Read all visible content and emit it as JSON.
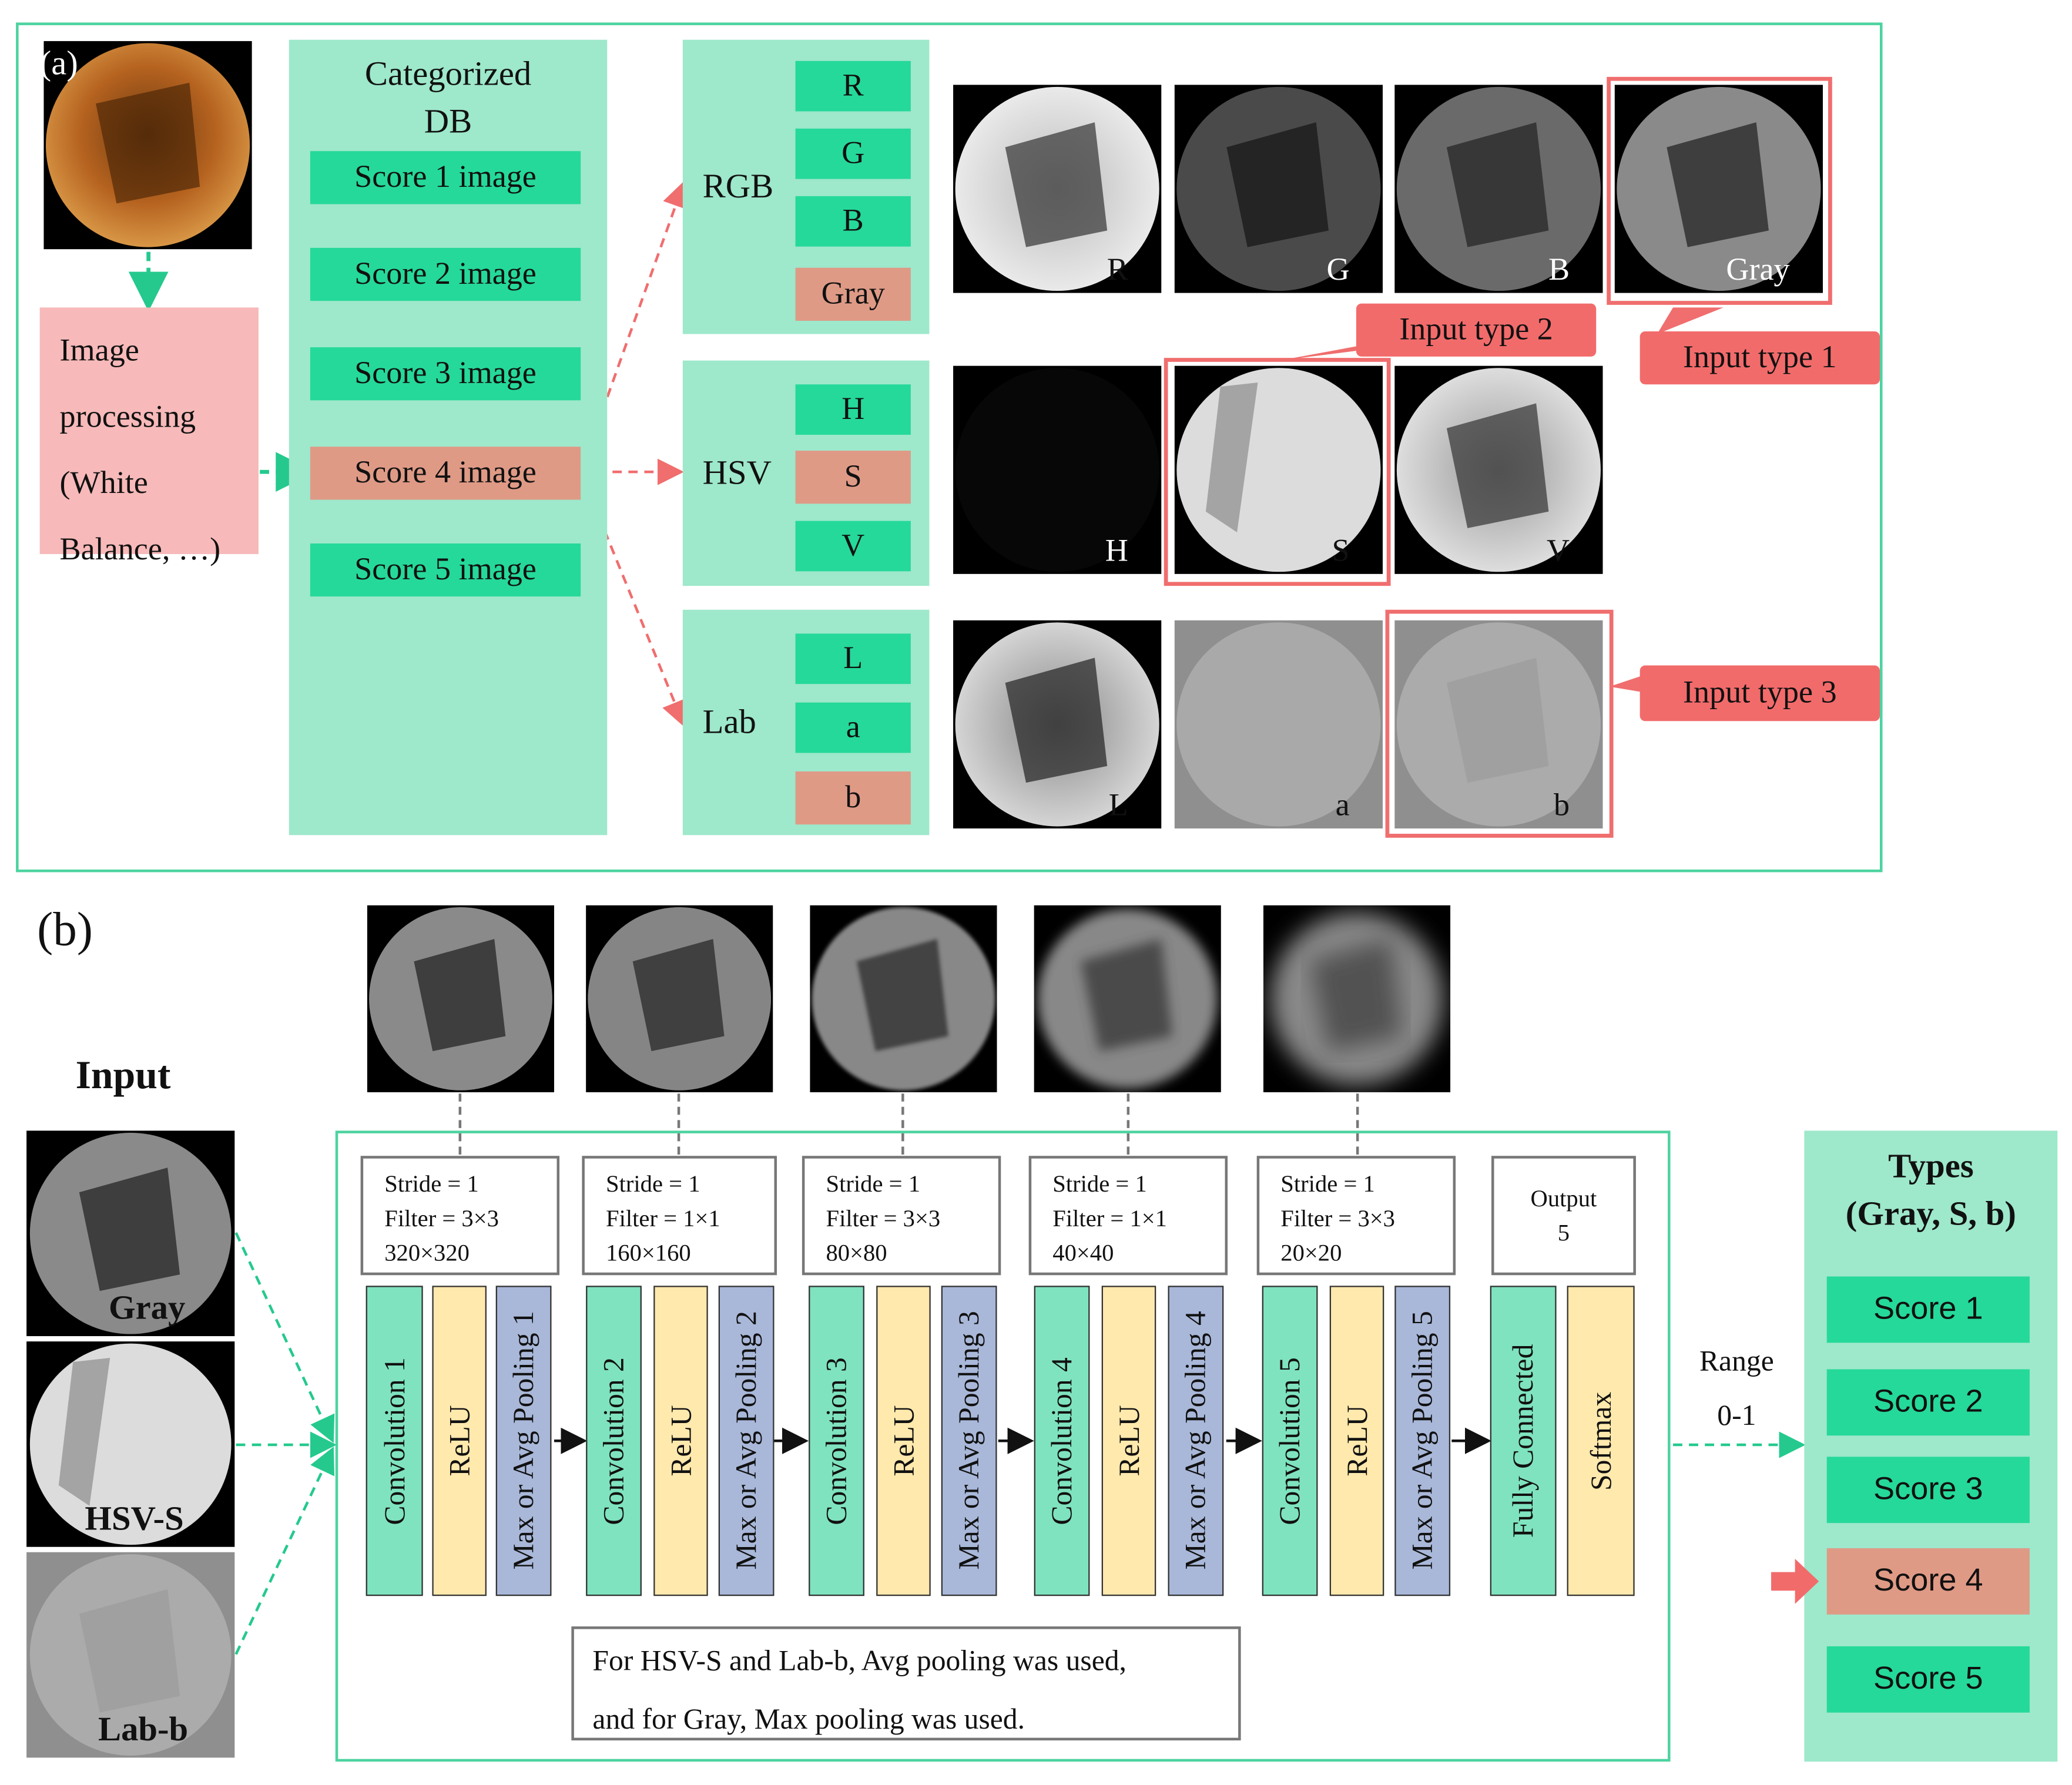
{
  "panel_a": {
    "label": "(a)",
    "image_processing": [
      "Image",
      "processing",
      "(White",
      "Balance, …)"
    ],
    "db": {
      "title": [
        "Categorized",
        "DB"
      ],
      "scores": [
        "Score 1 image",
        "Score 2 image",
        "Score 3 image",
        "Score 4 image",
        "Score 5 image"
      ]
    },
    "color_spaces": [
      {
        "name": "RGB",
        "channels": [
          "R",
          "G",
          "B",
          "Gray"
        ]
      },
      {
        "name": "HSV",
        "channels": [
          "H",
          "S",
          "V"
        ]
      },
      {
        "name": "Lab",
        "channels": [
          "L",
          "a",
          "b"
        ]
      }
    ],
    "thumb_labels": {
      "rgb": [
        "R",
        "G",
        "B",
        "Gray"
      ],
      "hsv": [
        "H",
        "S",
        "V"
      ],
      "lab": [
        "L",
        "a",
        "b"
      ]
    },
    "input_types": [
      "Input type 1",
      "Input type 2",
      "Input type 3"
    ]
  },
  "panel_b": {
    "label": "(b)",
    "input_title": "Input",
    "inputs": [
      "Gray",
      "HSV-S",
      "Lab-b"
    ],
    "blocks": [
      {
        "stride": "Stride = 1",
        "filter": "Filter  = 3×3",
        "size": "320×320",
        "conv": "Convolution 1",
        "relu": "ReLU",
        "pool": "Max or Avg Pooling 1"
      },
      {
        "stride": "Stride = 1",
        "filter": "Filter  = 1×1",
        "size": "160×160",
        "conv": "Convolution 2",
        "relu": "ReLU",
        "pool": "Max or Avg Pooling 2"
      },
      {
        "stride": "Stride = 1",
        "filter": "Filter  = 3×3",
        "size": "80×80",
        "conv": "Convolution 3",
        "relu": "ReLU",
        "pool": "Max or Avg Pooling 3"
      },
      {
        "stride": "Stride = 1",
        "filter": "Filter  = 1×1",
        "size": "40×40",
        "conv": "Convolution 4",
        "relu": "ReLU",
        "pool": "Max or Avg Pooling 4"
      },
      {
        "stride": "Stride = 1",
        "filter": "Filter  = 3×3",
        "size": "20×20",
        "conv": "Convolution 5",
        "relu": "ReLU",
        "pool": "Max or Avg Pooling 5"
      }
    ],
    "output": {
      "label": "Output",
      "value": "5",
      "fc": "Fully Connected",
      "softmax": "Softmax"
    },
    "note": [
      "For HSV-S and Lab-b, Avg pooling was used,",
      "and for Gray, Max pooling was used."
    ],
    "range": [
      "Range",
      "0-1"
    ],
    "types_title": [
      "Types",
      "(Gray, S, b)"
    ],
    "scores": [
      "Score 1",
      "Score 2",
      "Score 3",
      "Score 4",
      "Score 5"
    ],
    "highlighted_score": "Score 4"
  },
  "colors": {
    "border": "#4dd3a0",
    "mint": "#9ee8cb",
    "green": "#25d99a",
    "salmon": "#df9a86",
    "callout": "#f26b6b",
    "conv": "#7fe3bf",
    "relu": "#ffe9ad",
    "pool": "#a9b8d9"
  }
}
